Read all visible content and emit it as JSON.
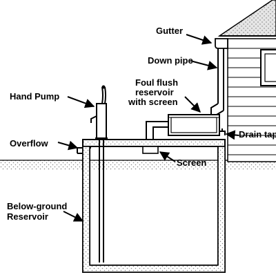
{
  "labels": {
    "gutter": "Gutter",
    "down_pipe": "Down pipe",
    "foul_flush_line1": "Foul flush",
    "foul_flush_line2": "reservoir",
    "foul_flush_line3": "with screen",
    "hand_pump": "Hand Pump",
    "overflow": "Overflow",
    "drain_tap": "Drain tap",
    "screen": "Screen",
    "below_ground_line1": "Below-ground",
    "below_ground_line2": "Reservoir"
  },
  "colors": {
    "line": "#000000",
    "background": "#ffffff",
    "wall_gray": "#c8c8c8",
    "ground_gray": "#bdbdbd",
    "roof_gray": "#cfcfcf"
  }
}
